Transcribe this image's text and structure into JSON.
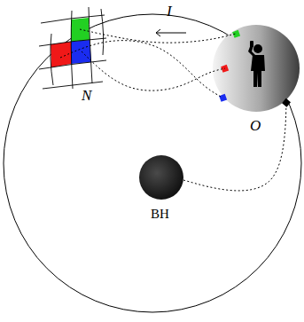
{
  "diagram": {
    "nodes": [
      {
        "text": [
          "N"
        ]
      },
      {
        "text": [
          "O"
        ]
      },
      {
        "text": [
          "BH"
        ]
      }
    ],
    "edges": [
      {
        "from": 0,
        "to": 1,
        "arrow": "none"
      },
      {
        "from": 0,
        "to": 1,
        "arrow": "none"
      },
      {
        "from": 0,
        "to": 1,
        "arrow": "none"
      },
      {
        "from": 2,
        "to": 1,
        "arrow": "none"
      }
    ],
    "labels": [
      "I"
    ]
  }
}
